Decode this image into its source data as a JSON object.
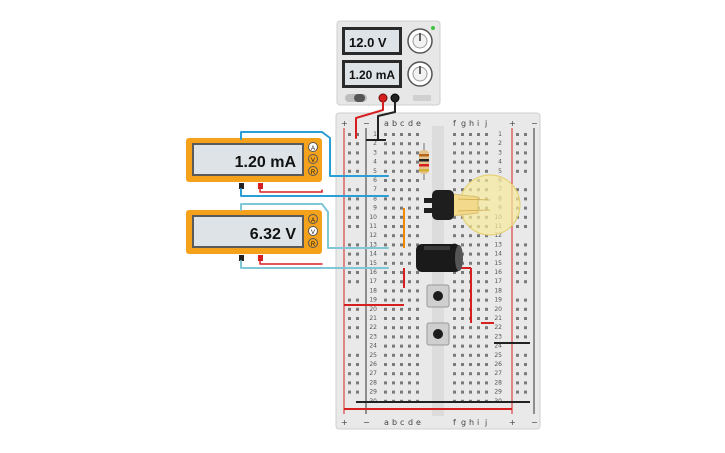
{
  "power_supply": {
    "voltage_display": "12.0 V",
    "current_display": "1.20 mA",
    "icons": [
      "voltage-knob-icon",
      "current-knob-icon",
      "power-switch-icon"
    ]
  },
  "ammeter": {
    "display": "1.20 mA",
    "modes": [
      "A",
      "V",
      "R"
    ],
    "active_mode": "A"
  },
  "voltmeter": {
    "display": "6.32 V",
    "modes": [
      "A",
      "V",
      "R"
    ],
    "active_mode": "V"
  },
  "breadboard": {
    "columns_left": [
      "a",
      "b",
      "c",
      "d",
      "e"
    ],
    "columns_right": [
      "f",
      "g",
      "h",
      "i",
      "j"
    ],
    "rail_plus": "+",
    "rail_minus": "−",
    "row_count": 30
  },
  "colors": {
    "meter_frame": "#f4a21c",
    "meter_face": "#dde3e6",
    "wire_red": "#d62020",
    "wire_black": "#222222",
    "wire_blue": "#2a9fd6",
    "wire_lightblue": "#7fc6d6",
    "wire_orange": "#f08a00",
    "bulb_glow": "#f6e89a"
  }
}
